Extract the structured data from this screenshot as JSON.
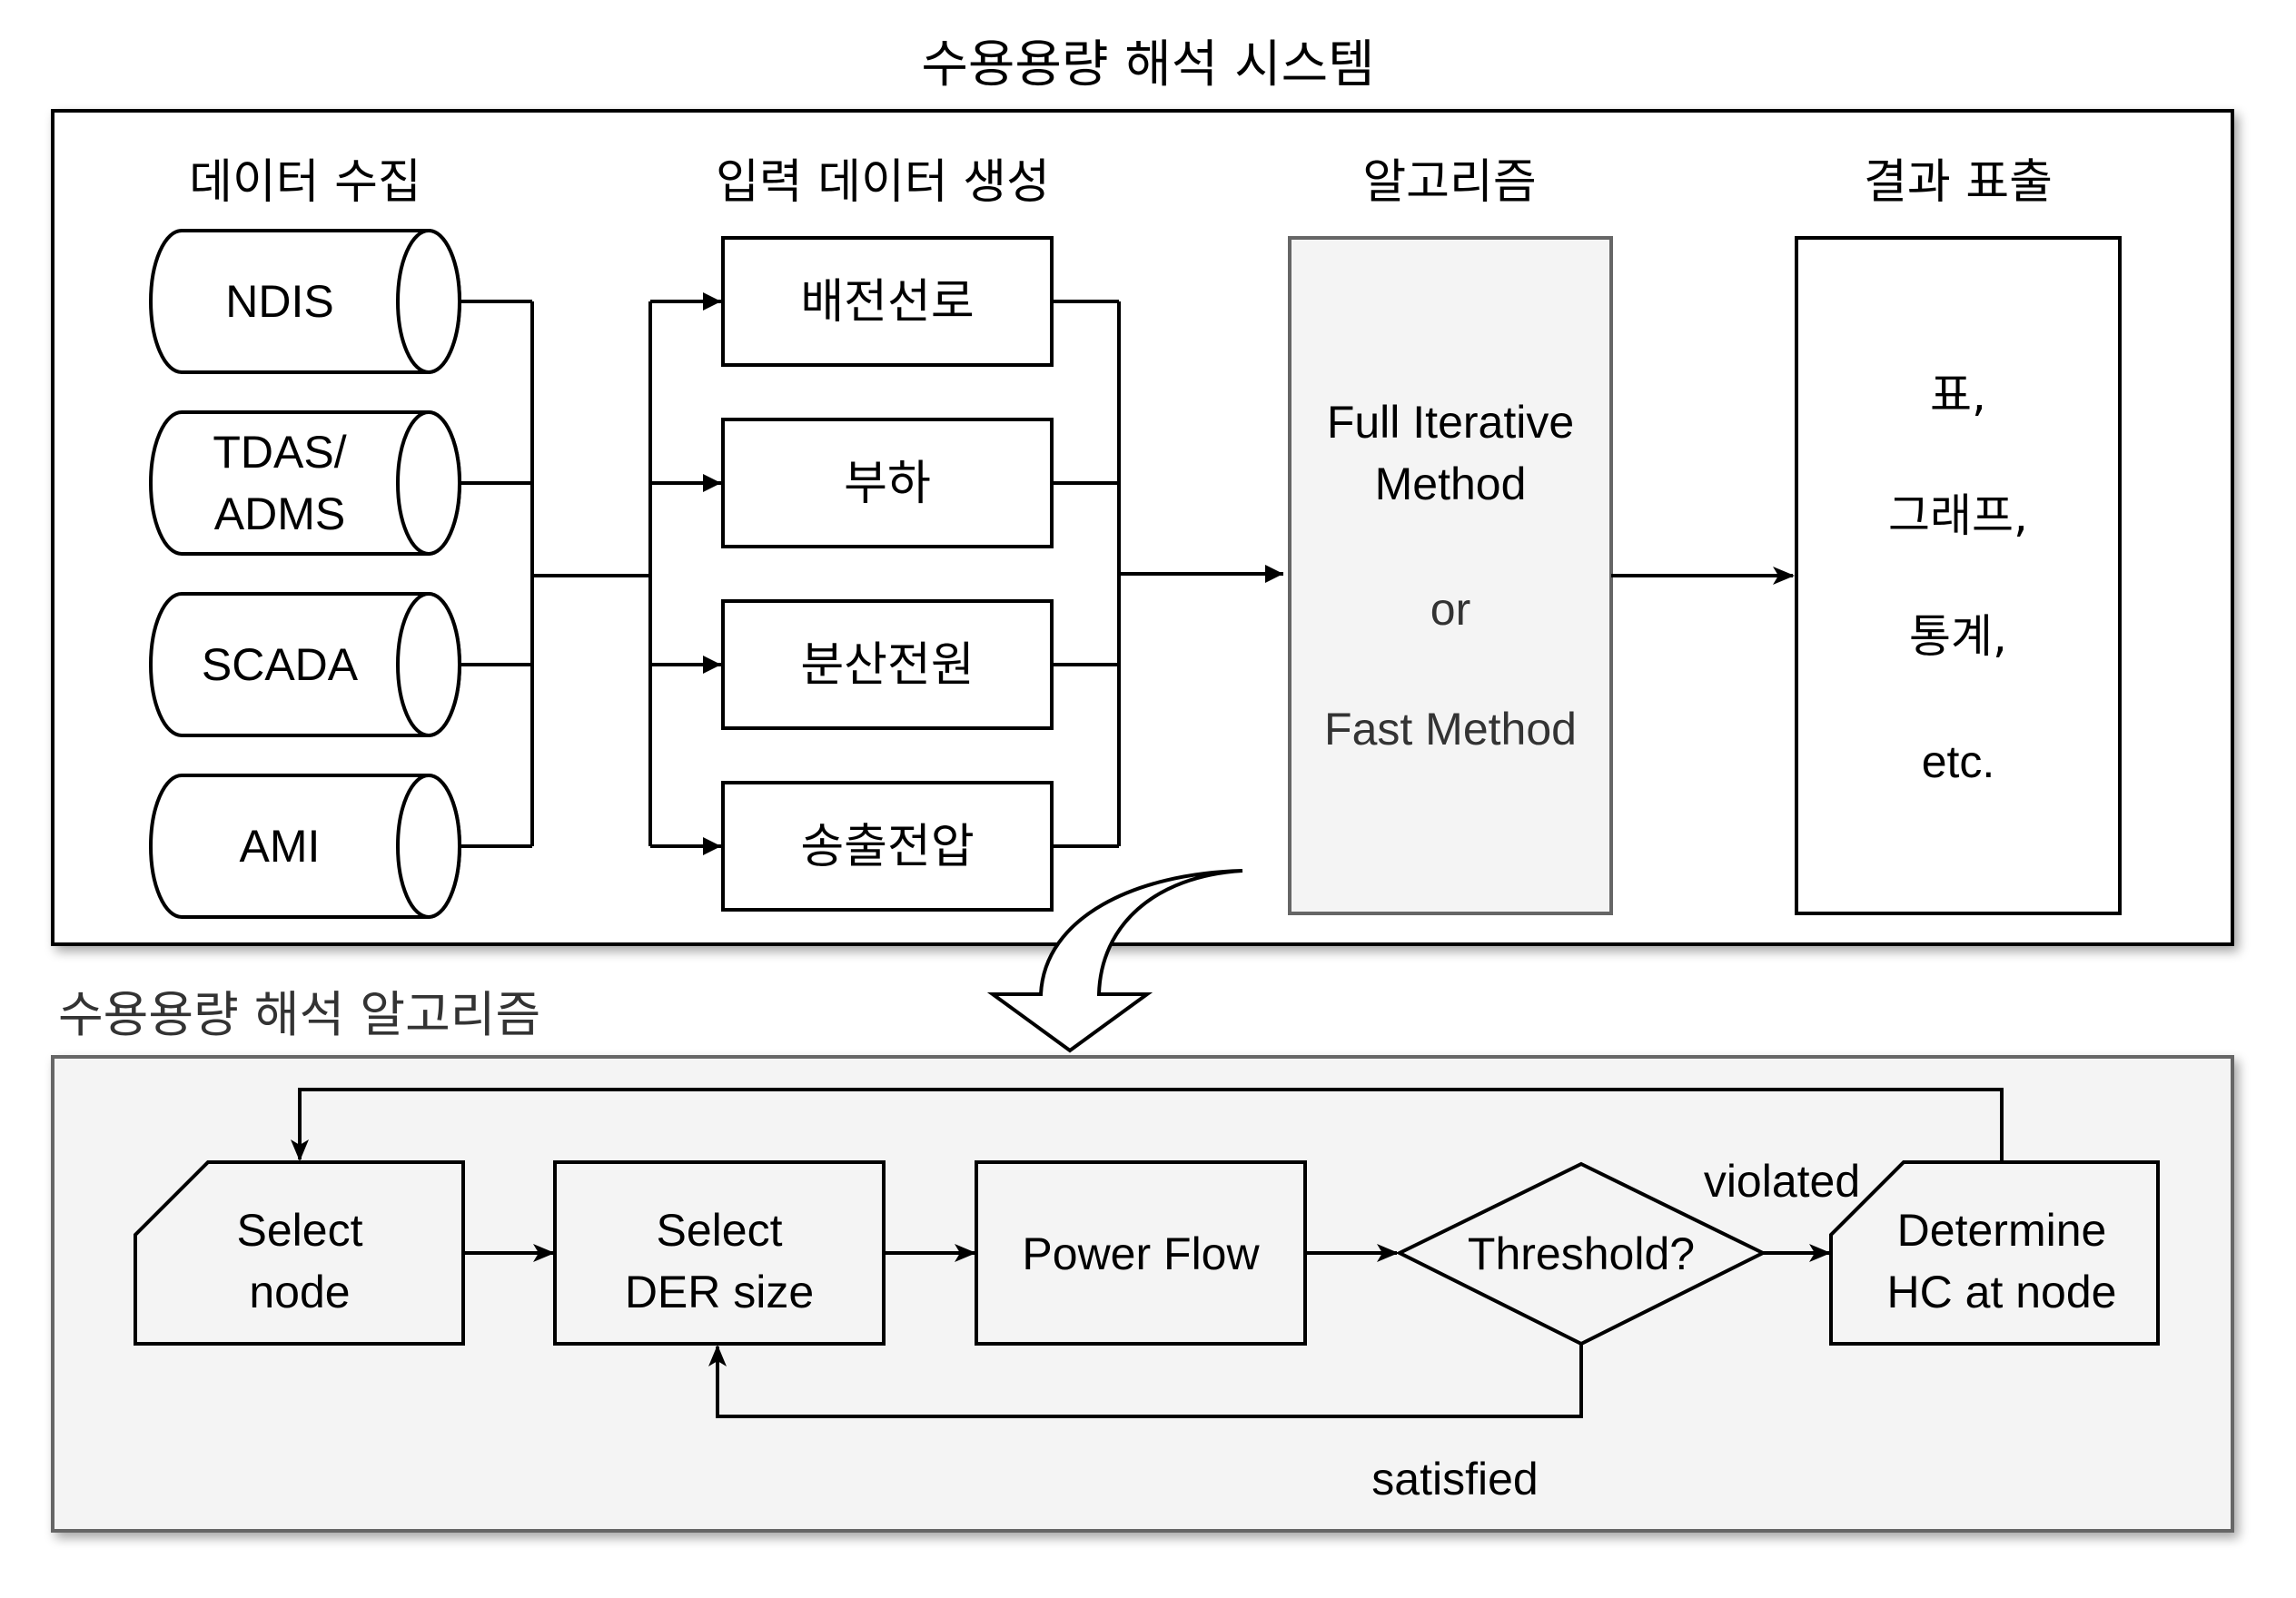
{
  "system": {
    "title": "수용용량 해석 시스템",
    "sections": {
      "data_collection": "데이터 수집",
      "input_generation": "입력 데이터 생성",
      "algorithm": "알고리즘",
      "results": "결과 표출"
    },
    "data_sources": [
      {
        "lines": [
          "NDIS"
        ]
      },
      {
        "lines": [
          "TDAS/",
          "ADMS"
        ]
      },
      {
        "lines": [
          "SCADA"
        ]
      },
      {
        "lines": [
          "AMI"
        ]
      }
    ],
    "inputs": [
      "배전선로",
      "부하",
      "분산전원",
      "송출전압"
    ],
    "algorithm_box": {
      "line1": "Full Iterative",
      "line2": "Method",
      "or": "or",
      "line3": "Fast Method"
    },
    "results_box": [
      "표,",
      "그래프,",
      "통계,",
      "etc."
    ]
  },
  "algorithm_flow": {
    "title": "수용용량 해석 알고리즘",
    "steps": {
      "select_node": [
        "Select",
        "node"
      ],
      "select_der": [
        "Select",
        "DER size"
      ],
      "power_flow": [
        "Power Flow"
      ],
      "threshold": [
        "Threshold?"
      ],
      "determine": [
        "Determine",
        "HC at node"
      ]
    },
    "labels": {
      "violated": "violated",
      "satisfied": "satisfied"
    }
  },
  "colors": {
    "stroke": "#000000",
    "gray_stroke": "#666666",
    "panel_fill": "#f4f4f4",
    "muted_text": "#333333"
  }
}
